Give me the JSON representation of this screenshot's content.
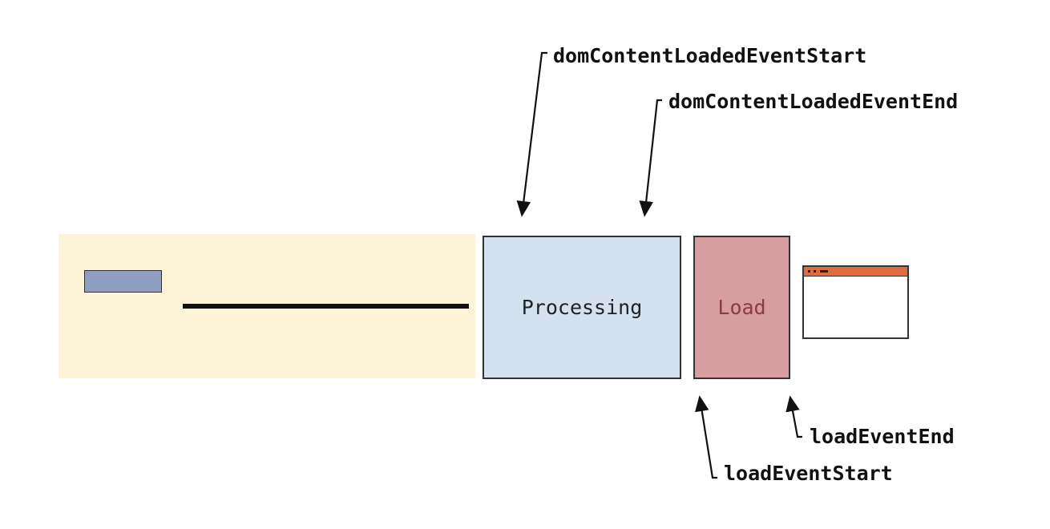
{
  "diagram": {
    "boxes": {
      "processing": "Processing",
      "load": "Load"
    },
    "annotations": {
      "dom_content_loaded_event_start": "domContentLoadedEventStart",
      "dom_content_loaded_event_end": "domContentLoadedEventEnd",
      "load_event_end": "loadEventEnd",
      "load_event_start": "loadEventStart"
    },
    "colors": {
      "network_region": "#fdf3d7",
      "small_block": "#8e9dc0",
      "processing_fill": "#d4e2f0",
      "load_fill": "#d79ea2",
      "load_text": "#8a3b45",
      "browser_bar": "#e06b3e"
    }
  }
}
